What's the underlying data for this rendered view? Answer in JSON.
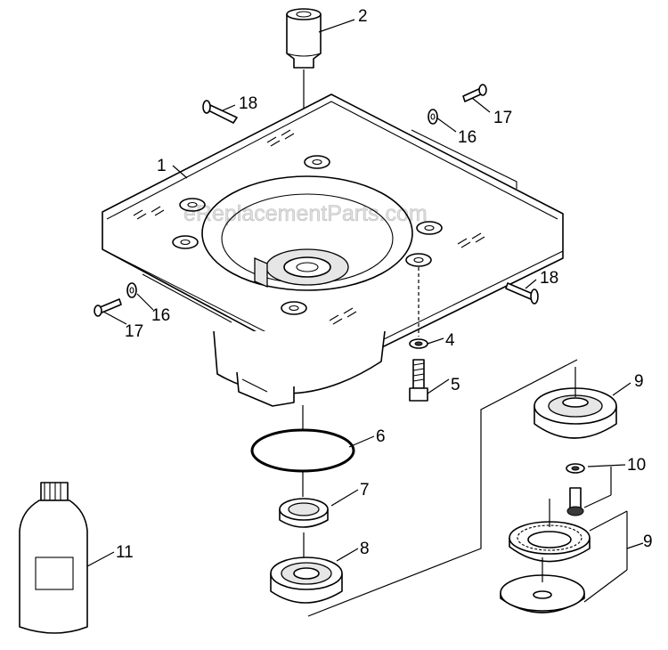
{
  "watermark": "eReplacementParts.com",
  "callouts": {
    "c1": "1",
    "c2": "2",
    "c4": "4",
    "c5": "5",
    "c6": "6",
    "c7": "7",
    "c8": "8",
    "c9a": "9",
    "c9b": "9",
    "c10": "10",
    "c11": "11",
    "c16a": "16",
    "c16b": "16",
    "c17a": "17",
    "c17b": "17",
    "c18a": "18",
    "c18b": "18"
  }
}
